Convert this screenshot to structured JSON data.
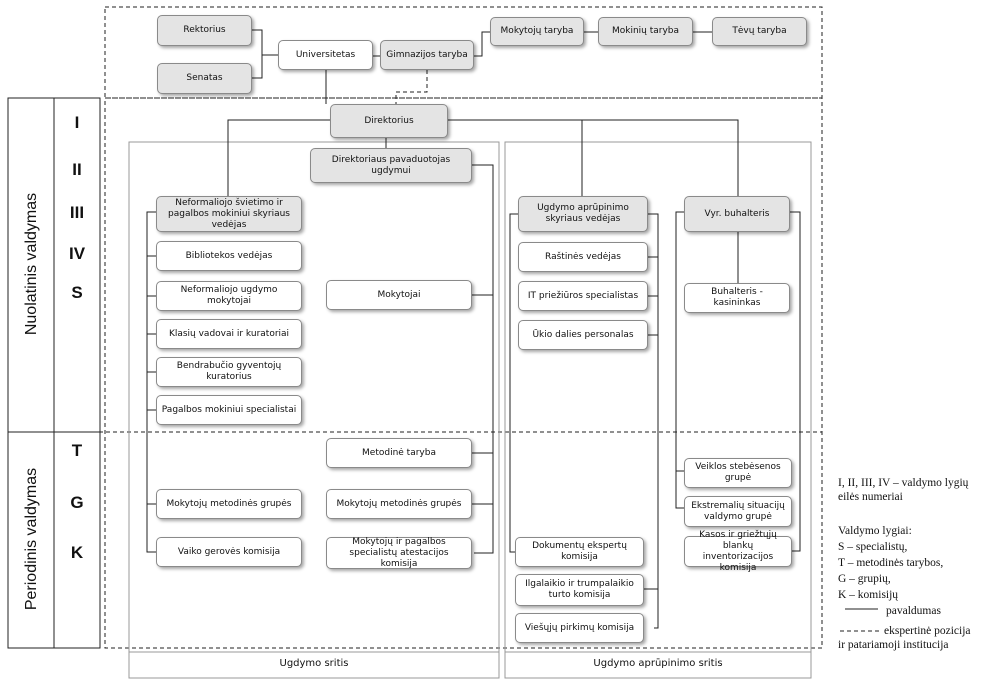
{
  "boxes": {
    "rektorius": "Rektorius",
    "senatas": "Senatas",
    "universitetas": "Universitetas",
    "gimnazijos_taryba": "Gimnazijos taryba",
    "mokytoju_taryba": "Mokytojų taryba",
    "mokiniu_taryba": "Mokinių taryba",
    "tevu_taryba": "Tėvų taryba",
    "direktorius": "Direktorius",
    "pavaduotojas": "Direktoriaus pavaduotojas ugdymui",
    "neformaliojo_vedejas": "Neformaliojo švietimo ir pagalbos mokiniui skyriaus vedėjas",
    "bibliotekos": "Bibliotekos vedėjas",
    "neformaliojo_mokytojai": "Neformaliojo ugdymo mokytojai",
    "klasiu_vadovai": "Klasių vadovai ir kuratoriai",
    "bendrabucio": "Bendrabučio gyventojų kuratorius",
    "pagalbos_specialistai": "Pagalbos mokiniui specialistai",
    "mokytojai": "Mokytojai",
    "metodine_taryba": "Metodinė taryba",
    "metodines_grupes_1": "Mokytojų metodinės grupės",
    "metodines_grupes_2": "Mokytojų metodinės grupės",
    "vaiko_geroves": "Vaiko gerovės komisija",
    "atestacijos": "Mokytojų ir pagalbos specialistų atestacijos komisija",
    "aprupinimo_vedejas": "Ugdymo aprūpinimo skyriaus vedėjas",
    "rastines": "Raštinės vedėjas",
    "it": "IT priežiūros specialistas",
    "ukio": "Ūkio dalies personalas",
    "buhalteris": "Vyr. buhalteris",
    "kasininkas": "Buhalteris - kasininkas",
    "veiklos": "Veiklos stebėsenos grupė",
    "ekstremaliu": "Ekstremalių situacijų valdymo grupė",
    "kasos": "Kasos ir griežtųjų blankų inventorizacijos komisija",
    "dokumentu": "Dokumentų ekspertų komisija",
    "ilgalaikio": "Ilgalaikio ir trumpalaikio turto komisija",
    "viesuju": "Viešųjų pirkimų komisija"
  },
  "levels": {
    "permanent_label": "Nuolatinis valdymas",
    "periodic_label": "Periodinis valdymas",
    "permanent": [
      "I",
      "II",
      "III",
      "IV",
      "S"
    ],
    "periodic": [
      "T",
      "G",
      "K"
    ]
  },
  "areas": {
    "ugdymo": "Ugdymo sritis",
    "aprupinimo": "Ugdymo aprūpinimo sritis"
  },
  "legend": {
    "line1": "I, II, III, IV – valdymo lygių",
    "line2": "eilės numeriai",
    "line3": "Valdymo lygiai:",
    "line4": "S – specialistų,",
    "line5": "T – metodinės tarybos,",
    "line6": "G – grupių,",
    "line7": "K – komisijų",
    "solid_label": "pavaldumas",
    "dashed_label": "ekspertinė pozicija",
    "line10": "ir patariamoji institucija"
  }
}
